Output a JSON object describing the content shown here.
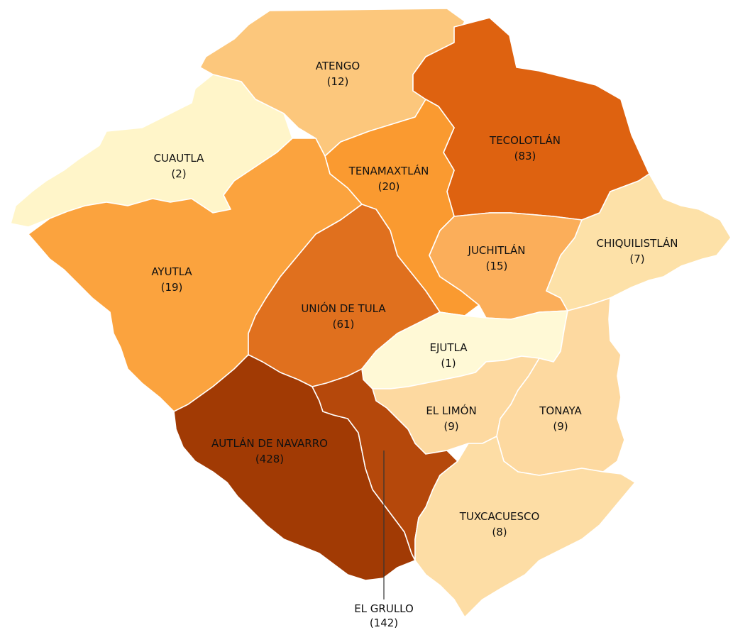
{
  "map": {
    "palette": {
      "lightest": "#fff5c9",
      "light": "#fde1a8",
      "light_mid": "#fcc77c",
      "mid": "#fa9e3a",
      "dark_mid": "#de6e1c",
      "dark": "#b24a0a",
      "darkest": "#a03a03"
    },
    "regions": [
      {
        "id": "atengo",
        "name": "ATENGO",
        "count": "(12)",
        "value": 12,
        "fill": "#fcc77c"
      },
      {
        "id": "tecolotlan",
        "name": "TECOLOTLÁN",
        "count": "(83)",
        "value": 83,
        "fill": "#de6210"
      },
      {
        "id": "cuautla",
        "name": "CUAUTLA",
        "count": "(2)",
        "value": 2,
        "fill": "#fff5c9"
      },
      {
        "id": "tenamaxtlan",
        "name": "TENAMAXTLÁN",
        "count": "(20)",
        "value": 20,
        "fill": "#fa9a30"
      },
      {
        "id": "ayutla",
        "name": "AYUTLA",
        "count": "(19)",
        "value": 19,
        "fill": "#fba33e"
      },
      {
        "id": "juchitlan",
        "name": "JUCHITLÁN",
        "count": "(15)",
        "value": 15,
        "fill": "#fbae5a"
      },
      {
        "id": "chiquilistlan",
        "name": "CHIQUILISTLÁN",
        "count": "(7)",
        "value": 7,
        "fill": "#fde1a8"
      },
      {
        "id": "union-de-tula",
        "name": "UNIÓN DE TULA",
        "count": "(61)",
        "value": 61,
        "fill": "#e0701e"
      },
      {
        "id": "ejutla",
        "name": "EJUTLA",
        "count": "(1)",
        "value": 1,
        "fill": "#fff9d6"
      },
      {
        "id": "el-limon",
        "name": "EL LIMÓN",
        "count": "(9)",
        "value": 9,
        "fill": "#fdd9a0"
      },
      {
        "id": "tonaya",
        "name": "TONAYA",
        "count": "(9)",
        "value": 9,
        "fill": "#fdd9a0"
      },
      {
        "id": "autlan",
        "name": "AUTLÁN DE NAVARRO",
        "count": "(428)",
        "value": 428,
        "fill": "#a13a04"
      },
      {
        "id": "el-grullo",
        "name": "EL GRULLO",
        "count": "(142)",
        "value": 142,
        "fill": "#b5480b"
      },
      {
        "id": "tuxcacuesco",
        "name": "TUXCACUESCO",
        "count": "(8)",
        "value": 8,
        "fill": "#fddda5"
      }
    ]
  }
}
